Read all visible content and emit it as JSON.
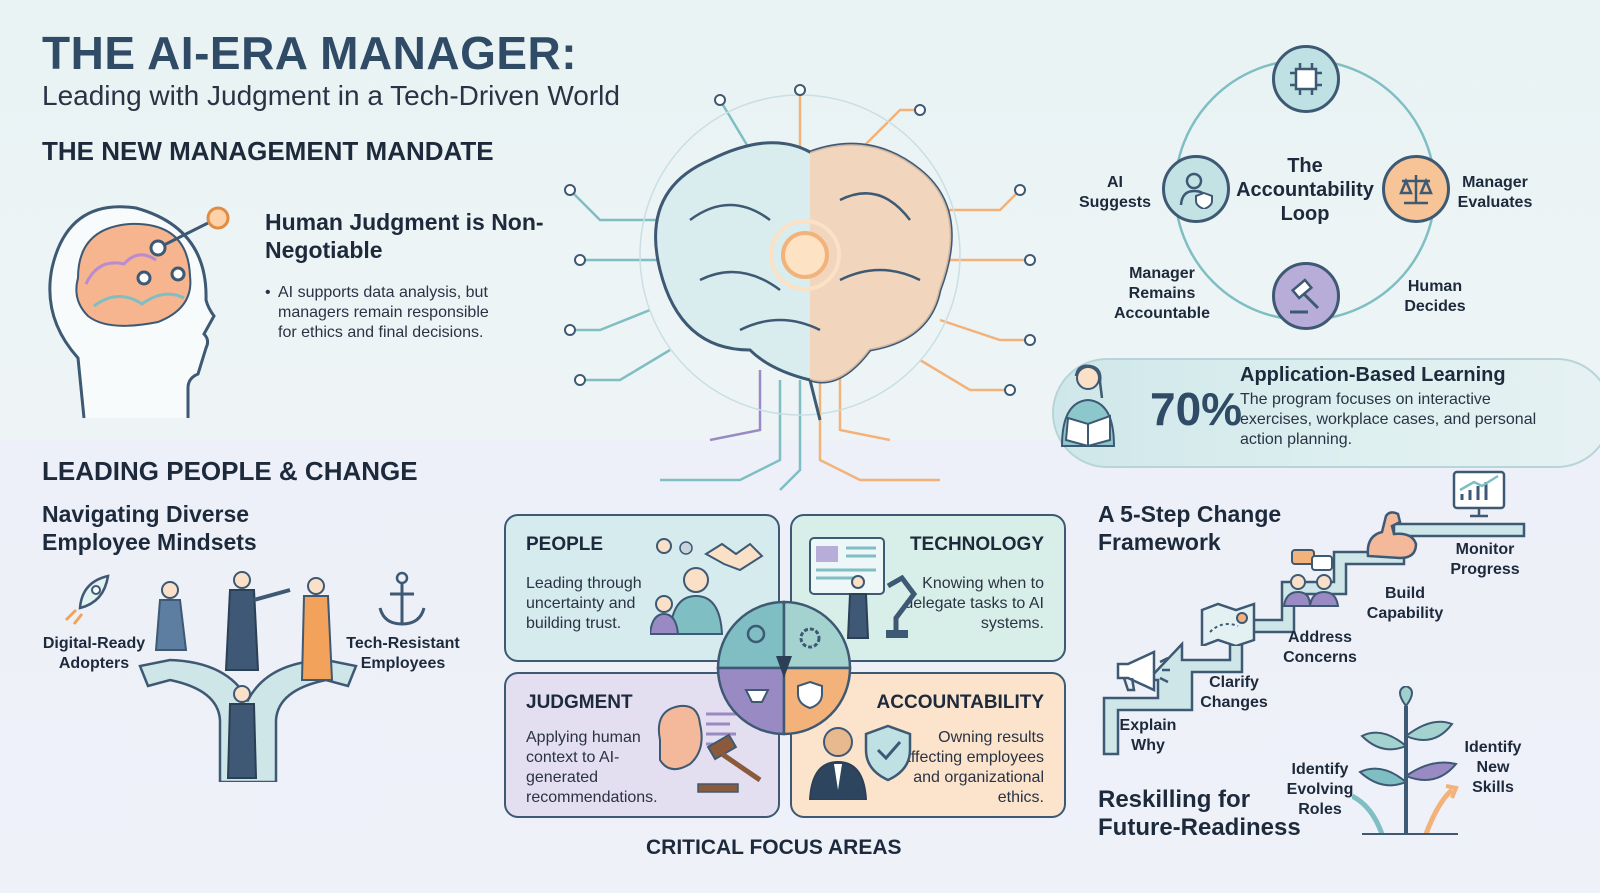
{
  "header": {
    "title": "THE AI-ERA MANAGER:",
    "subtitle": "Leading with Judgment in a Tech-Driven World"
  },
  "mandate": {
    "section_title": "THE NEW MANAGEMENT MANDATE",
    "heading": "Human Judgment is Non-Negotiable",
    "bullet": "AI supports data analysis, but managers remain responsible for ethics and final decisions."
  },
  "loop": {
    "center_label": "The Accountability Loop",
    "ai_suggests": "AI Suggests",
    "manager_evaluates": "Manager Evaluates",
    "human_decides": "Human Decides",
    "manager_remains": "Manager Remains Accountable"
  },
  "learning": {
    "percent": "70%",
    "heading": "Application-Based Learning",
    "text": "The program focuses on interactive exercises, workplace cases, and personal action planning."
  },
  "people_change": {
    "section_title": "LEADING PEOPLE & CHANGE",
    "heading": "Navigating Diverse Employee Mindsets",
    "left_label": "Digital-Ready Adopters",
    "right_label": "Tech-Resistant Employees"
  },
  "focus": {
    "caption": "CRITICAL FOCUS AREAS",
    "people": {
      "title": "PEOPLE",
      "text": "Leading through uncertainty and building trust."
    },
    "technology": {
      "title": "TECHNOLOGY",
      "text": "Knowing when to delegate tasks to AI systems."
    },
    "judgment": {
      "title": "JUDGMENT",
      "text": "Applying human context to AI-generated recommendations."
    },
    "accountability": {
      "title": "ACCOUNTABILITY",
      "text": "Owning results affecting employees and organizational ethics."
    }
  },
  "framework": {
    "heading": "A 5-Step Change Framework",
    "steps": [
      "Explain Why",
      "Clarify Changes",
      "Address Concerns",
      "Build Capability",
      "Monitor Progress"
    ]
  },
  "reskilling": {
    "heading": "Reskilling for Future-Readiness",
    "left_label": "Identify Evolving Roles",
    "right_label": "Identify New Skills"
  },
  "colors": {
    "navy": "#2f4b66",
    "teal": "#7fbec3",
    "orange": "#f2b27a",
    "purple": "#9a8ac4",
    "people_bg": "#d5ebee",
    "tech_bg": "#d8efe9",
    "judgment_bg": "#e3def0",
    "accountability_bg": "#fbe3cc"
  },
  "icons": [
    "head-brain-icon",
    "circuit-brain-icon",
    "chip-icon",
    "shield-person-icon",
    "scales-icon",
    "gavel-icon",
    "reader-icon",
    "rocket-icon",
    "anchor-icon",
    "handshake-icon",
    "robot-arm-icon",
    "shield-check-icon",
    "megaphone-icon",
    "map-icon",
    "chat-people-icon",
    "muscle-icon",
    "chart-monitor-icon",
    "sprout-icon"
  ]
}
